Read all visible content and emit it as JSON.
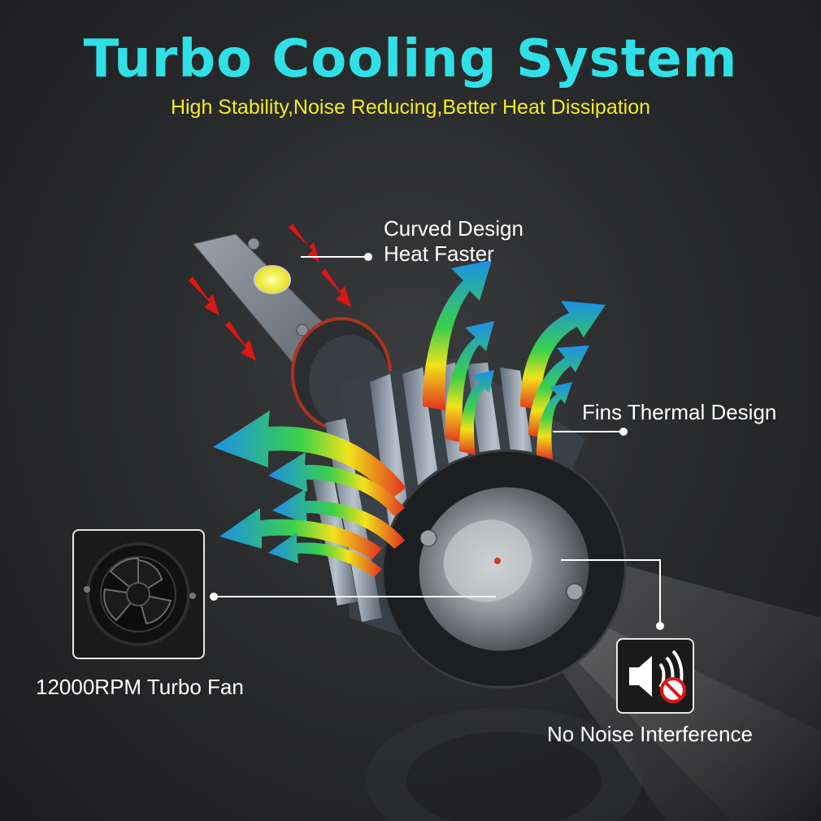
{
  "header": {
    "title": "Turbo Cooling System",
    "subtitle": "High Stability,Noise Reducing,Better Heat Dissipation"
  },
  "callouts": {
    "curved_line1": "Curved Design",
    "curved_line2": "Heat Faster",
    "fins": "Fins Thermal Design",
    "fan": "12000RPM Turbo Fan",
    "noise": "No Noise Interference"
  },
  "icons": {
    "fan_inset": "fan-icon",
    "noise_inset": "speaker-muted-icon"
  },
  "colors": {
    "title": "#2fe0e6",
    "subtitle": "#f4ec1e",
    "label": "#ffffff",
    "heat_arrow": "#e01515",
    "cool_arrow_start": "#e03020",
    "cool_arrow_mid": "#f2e21a",
    "cool_arrow_mid2": "#3ad04a",
    "cool_arrow_end": "#1e8fe8"
  }
}
